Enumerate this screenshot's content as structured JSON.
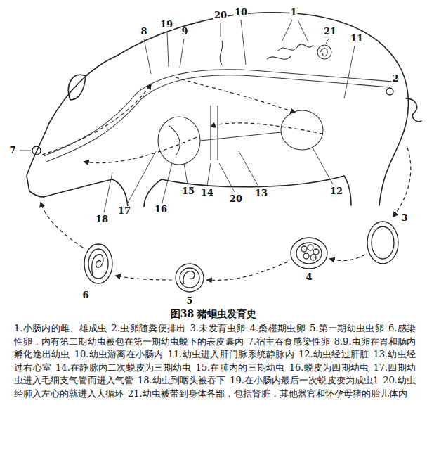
{
  "diagram": {
    "title": "图38 猪蛔虫发育史",
    "labels": [
      "1",
      "2",
      "3",
      "4",
      "5",
      "6",
      "7",
      "8",
      "9",
      "10",
      "11",
      "12",
      "13",
      "14",
      "15",
      "16",
      "17",
      "18",
      "19",
      "20",
      "20",
      "21",
      "1.小肠内的雌、雄成虫",
      "2.虫卵随粪便排出",
      "3.未发育虫卵",
      "4.桑椹期虫卵",
      "5.第一期幼虫虫卵",
      "6.感染性卵，内有第二期幼虫被包在第一期幼虫蜕下的表皮囊内",
      "7.宿主吞食感染性卵",
      "8.9.虫卵在胃和肠内孵化逸出幼虫",
      "10.幼虫游离在小肠内",
      "11.幼虫进入肝门脉系统静脉内",
      "12.幼虫经过肝脏",
      "13.幼虫经过右心室",
      "14.在静脉内二次蜕皮为三期幼虫",
      "15.在肺内的三期幼虫",
      "16.蜕皮为四期幼虫",
      "17.四期幼虫进入毛细支气管而进入气管",
      "18.幼虫到咽头被吞下",
      "19.在小肠内最后一次蜕皮变为成虫1",
      "20.幼虫经肺入左心的就进入大循环",
      "21.幼虫被带到身体各部，包括肾脏，其他器官和怀孕母猪的胎儿体内"
    ]
  }
}
